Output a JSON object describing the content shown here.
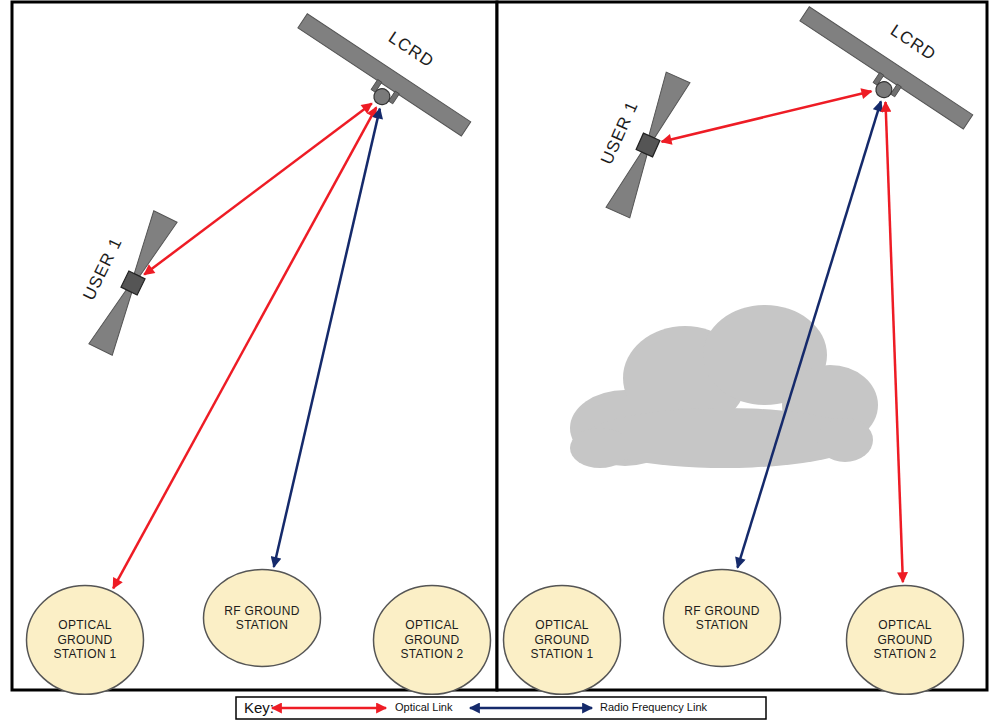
{
  "diagram": {
    "nodes": [
      {
        "text": [
          "USER 1"
        ]
      },
      {
        "text": [
          "LCRD"
        ]
      },
      {
        "text": [
          "OPTICAL GROUND STATION 1"
        ]
      },
      {
        "text": [
          "RF GROUND STATION"
        ]
      },
      {
        "text": [
          "OPTICAL GROUND STATION 2"
        ]
      },
      {
        "text": [
          "USER 1"
        ]
      },
      {
        "text": [
          "LCRD"
        ]
      },
      {
        "text": [
          "OPTICAL GROUND STATION 1"
        ]
      },
      {
        "text": [
          "RF GROUND STATION"
        ]
      },
      {
        "text": [
          "OPTICAL GROUND STATION 2"
        ]
      }
    ],
    "edges": [
      {
        "from": 0,
        "to": 1,
        "arrow": "both"
      },
      {
        "from": 2,
        "to": 1,
        "arrow": "both"
      },
      {
        "from": 3,
        "to": 1,
        "arrow": "both"
      },
      {
        "from": 5,
        "to": 6,
        "arrow": "both"
      },
      {
        "from": 8,
        "to": 6,
        "arrow": "both"
      },
      {
        "from": 9,
        "to": 6,
        "arrow": "both"
      }
    ],
    "labels": [
      "Key:"
    ],
    "legend": [
      {
        "text": "Optical Link"
      },
      {
        "text": "Radio Frequency Link"
      }
    ]
  }
}
